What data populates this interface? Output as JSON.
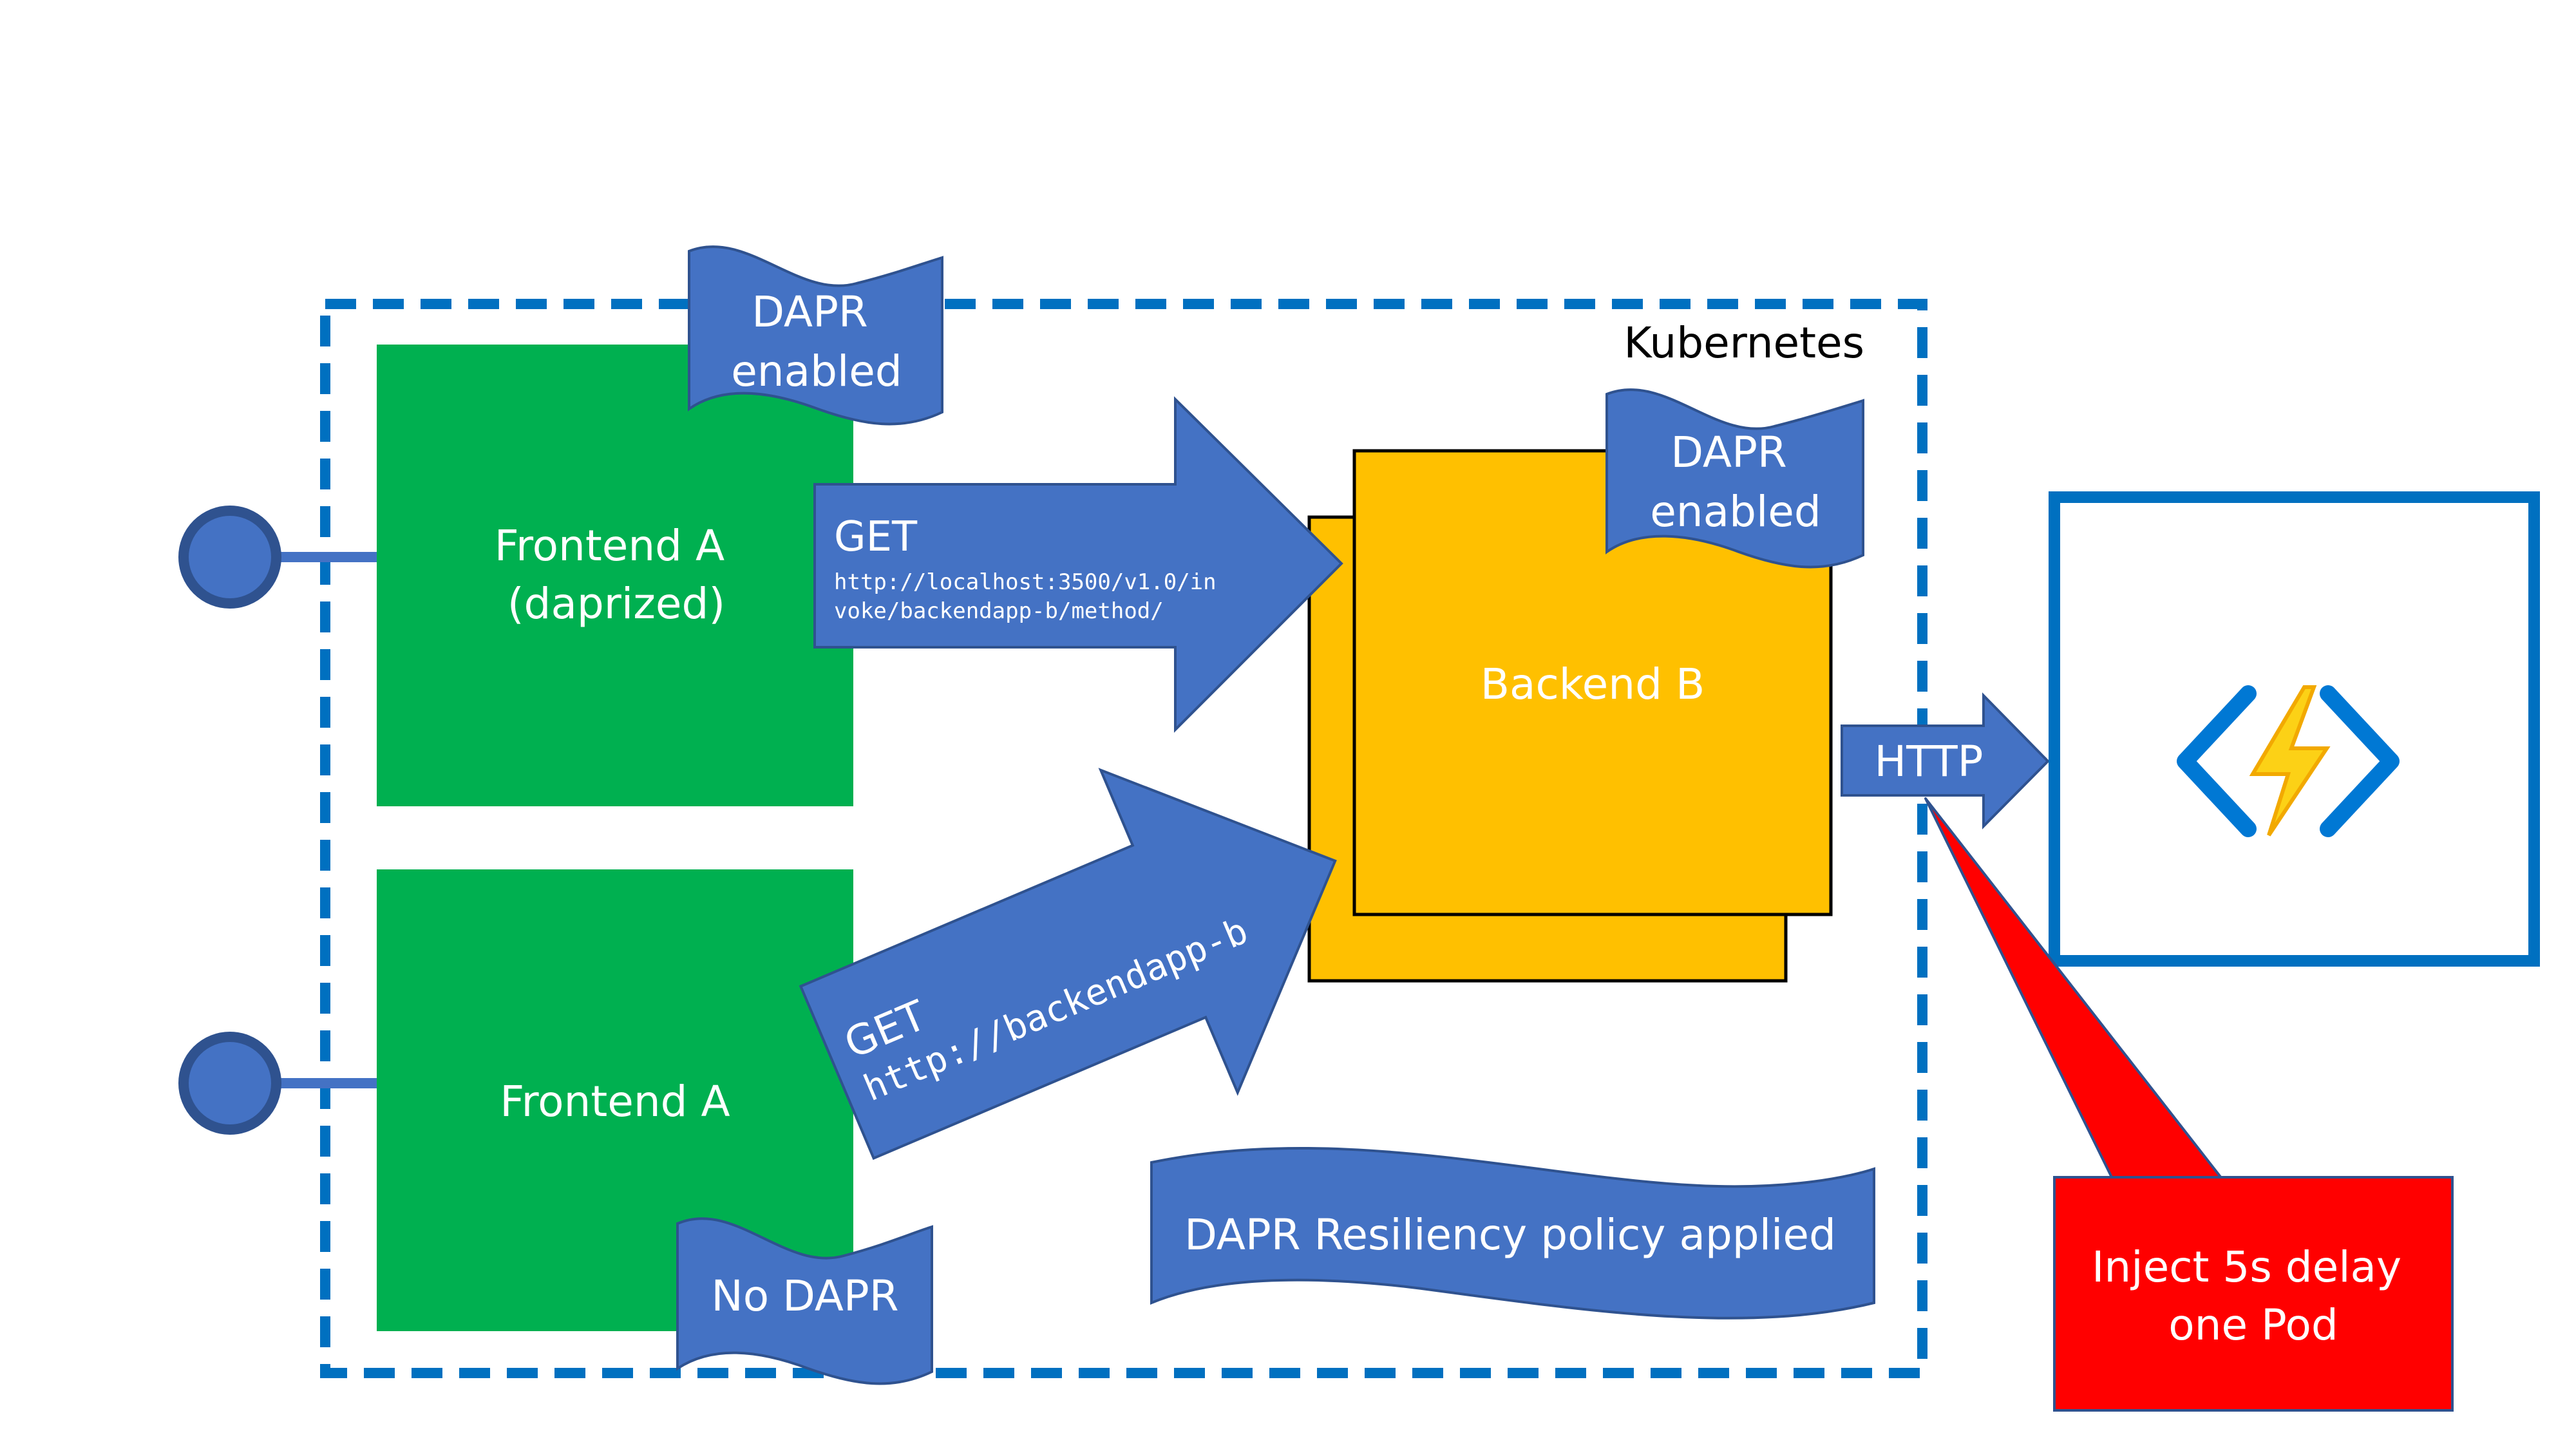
{
  "colors": {
    "green": "#00b050",
    "yellow": "#ffc000",
    "blue": "#4472c4",
    "blue_dark": "#2f528f",
    "dashed": "#0070c0",
    "red": "#ff0000",
    "text_on_dark": "#ffffff",
    "text_dark": "#000000"
  },
  "diagram": {
    "cluster_label": "Kubernetes",
    "frontend_daprized": {
      "line1": "Frontend A",
      "line2": "(daprized)"
    },
    "frontend_plain": {
      "label": "Frontend A"
    },
    "backend": {
      "label": "Backend B"
    },
    "badge_frontend": {
      "line1": "DAPR",
      "line2": "enabled"
    },
    "badge_backend": {
      "line1": "DAPR",
      "line2": "enabled"
    },
    "badge_nodapr": {
      "label": "No DAPR"
    },
    "arrow_dapr": {
      "method": "GET",
      "url_line1": "http://localhost:3500/v1.0/in",
      "url_line2": "voke/backendapp-b/method/"
    },
    "arrow_plain": {
      "method": "GET",
      "url": "http://backendapp-b"
    },
    "arrow_http": {
      "label": "HTTP"
    },
    "resiliency_banner": {
      "label": "DAPR Resiliency policy applied"
    },
    "callout": {
      "line1": "Inject 5s delay",
      "line2": "one Pod"
    },
    "function_icon": "azure-functions-icon"
  }
}
